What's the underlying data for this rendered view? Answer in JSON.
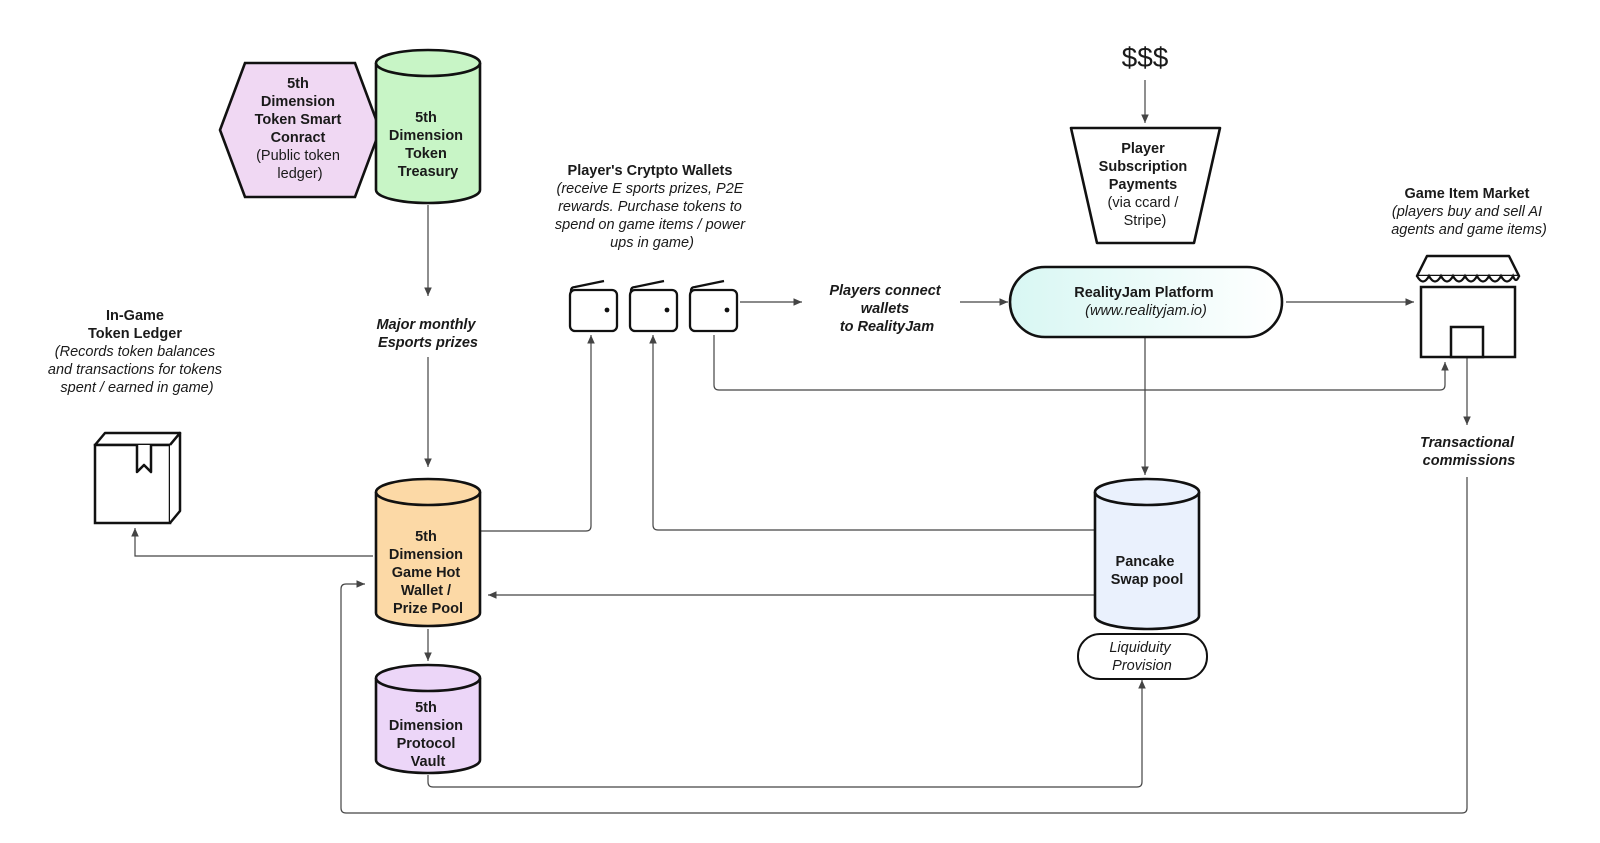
{
  "colors": {
    "smart_contract_fill": "#f0d8f3",
    "treasury_fill": "#c8f5c6",
    "hot_wallet_fill": "#fcd9a6",
    "vault_fill": "#ecd6f8",
    "swap_pool_fill": "#eaf1fd",
    "platform_fill_left": "#d8f7f3",
    "platform_fill_right": "#ffffff",
    "stroke": "#111111",
    "connector": "#444444"
  },
  "smart_contract": {
    "lines": [
      "5th",
      "Dimension",
      "Token Smart",
      "Conract",
      "(Public token",
      "ledger)"
    ]
  },
  "treasury": {
    "lines": [
      "5th",
      "Dimension",
      "Token",
      "Treasury"
    ]
  },
  "monthly_prizes": {
    "lines": [
      "Major monthly",
      "Esports prizes"
    ]
  },
  "token_ledger": {
    "lines": [
      "In-Game",
      "Token Ledger",
      "(Records token balances",
      "and transactions for tokens",
      "spent / earned in game)"
    ],
    "icon": "book-icon"
  },
  "hot_wallet": {
    "lines": [
      "5th",
      "Dimension",
      "Game Hot",
      "Wallet /",
      "Prize Pool"
    ]
  },
  "protocol_vault": {
    "lines": [
      "5th",
      "Dimension",
      "Protocol",
      "Vault"
    ]
  },
  "crypto_wallets": {
    "lines": [
      "Player's Crytpto Wallets",
      "(receive E sports prizes, P2E",
      "rewards. Purchase tokens to",
      "spend on game items / power",
      "ups in game)"
    ],
    "icon": "wallet-icon"
  },
  "connect_wallets": {
    "lines": [
      "Players connect",
      "wallets",
      "to RealityJam"
    ]
  },
  "money": {
    "label": "$$$"
  },
  "subscription": {
    "lines": [
      "Player",
      "Subscription",
      "Payments",
      "(via ccard /",
      "Stripe)"
    ]
  },
  "platform": {
    "title": "RealityJam Platform",
    "url": "(www.realityjam.io)"
  },
  "swap_pool": {
    "lines": [
      "Pancake",
      "Swap pool"
    ]
  },
  "liquidity": {
    "lines": [
      "Liquiduity",
      "Provision"
    ]
  },
  "item_market": {
    "lines": [
      "Game Item Market",
      "(players buy and sell   AI",
      "agents and game items)"
    ],
    "icon": "storefront-icon"
  },
  "commissions": {
    "lines": [
      "Transactional",
      "commissions"
    ]
  }
}
